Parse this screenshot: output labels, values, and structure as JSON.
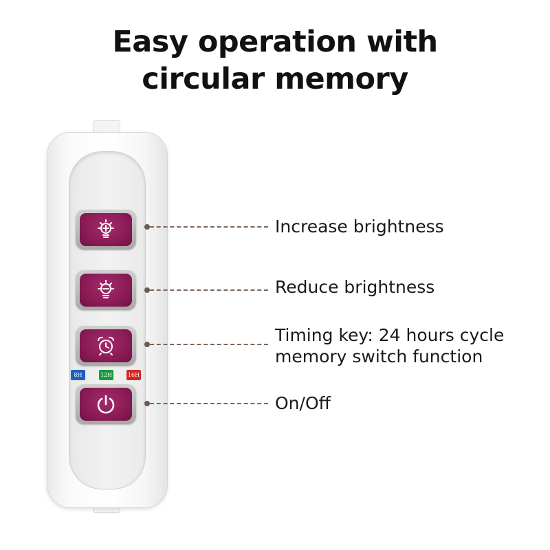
{
  "title": {
    "line1": "Easy operation with",
    "line2": "circular memory"
  },
  "buttons": [
    {
      "icon": "increase-brightness-icon",
      "label": "Increase brightness"
    },
    {
      "icon": "reduce-brightness-icon",
      "label": "Reduce brightness"
    },
    {
      "icon": "alarm-clock-icon",
      "label_line1": "Timing key: 24 hours cycle",
      "label_line2": "memory switch function"
    },
    {
      "icon": "power-icon",
      "label": "On/Off"
    }
  ],
  "timer_indicators": [
    {
      "text": "8H",
      "color": "#1f5fbf"
    },
    {
      "text": "12H",
      "color": "#1a9a3a"
    },
    {
      "text": "16H",
      "color": "#d42424"
    }
  ],
  "colors": {
    "button": "#8a1b55",
    "leader": "#7a6658"
  }
}
